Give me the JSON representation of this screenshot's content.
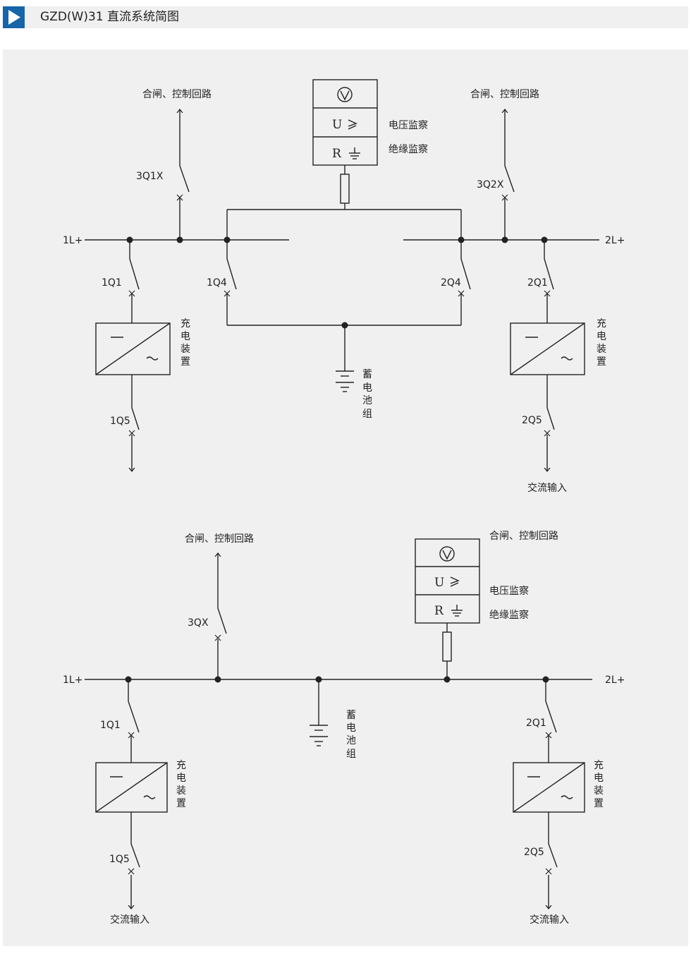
{
  "header": {
    "title": "GZD(W)31 直流系统简图"
  },
  "diagram1": {
    "bus_left": "1L+",
    "bus_right": "2L+",
    "control_left": "合闸、控制回路",
    "control_right": "合闸、控制回路",
    "switch_control_left": "3Q1X",
    "switch_control_right": "3Q2X",
    "monitor_voltage_symbol": "U",
    "monitor_insulation_symbol": "R",
    "monitor_voltage_label": "电压监察",
    "monitor_insulation_label": "绝缘监察",
    "switch_1q1": "1Q1",
    "switch_1q4": "1Q4",
    "switch_2q4": "2Q4",
    "switch_2q1": "2Q1",
    "charger_left": [
      "充",
      "电",
      "装",
      "置"
    ],
    "charger_right": [
      "充",
      "电",
      "装",
      "置"
    ],
    "battery": [
      "蓄",
      "电",
      "池",
      "组"
    ],
    "switch_1q5": "1Q5",
    "switch_2q5": "2Q5",
    "ac_input": "交流输入"
  },
  "diagram2": {
    "bus_left": "1L+",
    "bus_right": "2L+",
    "control": "合闸、控制回路",
    "switch_control": "3QX",
    "monitor_voltage_symbol": "U",
    "monitor_insulation_symbol": "R",
    "monitor_voltage_label": "电压监察",
    "monitor_insulation_label": "绝缘监察",
    "switch_1q1": "1Q1",
    "switch_2q1": "2Q1",
    "battery": [
      "蓄",
      "电",
      "池",
      "组"
    ],
    "charger_left": [
      "充",
      "电",
      "装",
      "置"
    ],
    "charger_right": [
      "充",
      "电",
      "装",
      "置"
    ],
    "switch_1q5": "1Q5",
    "switch_2q5": "2Q5",
    "ac_input_left": "交流输入",
    "ac_input_right": "交流输入"
  }
}
